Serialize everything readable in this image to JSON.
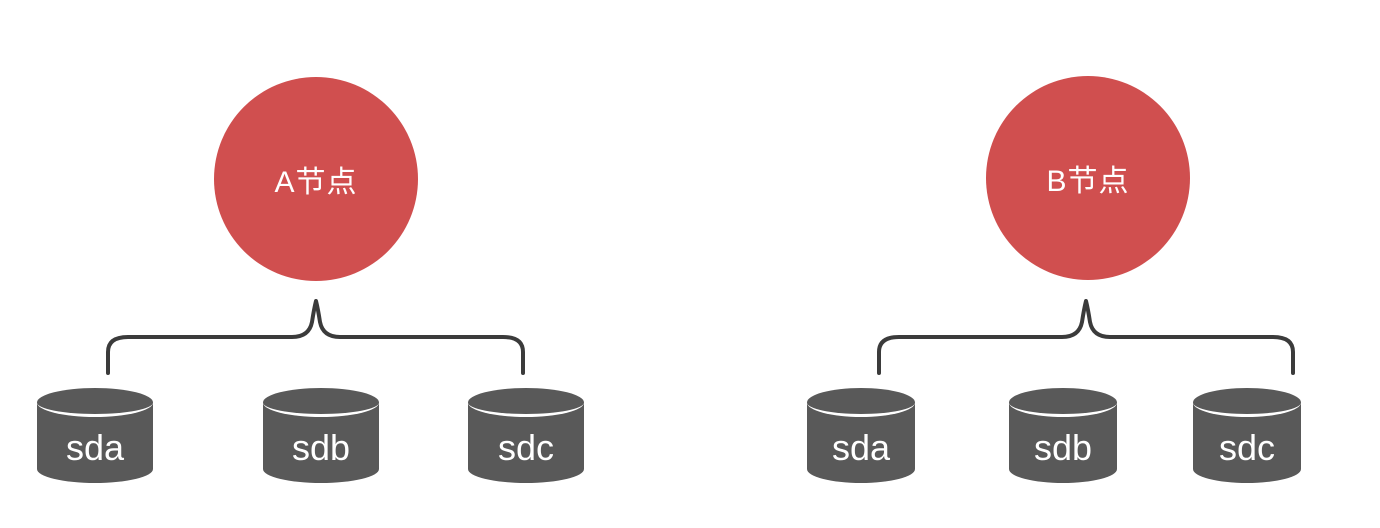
{
  "diagram": {
    "type": "node-disk-topology",
    "nodes": [
      {
        "id": "A",
        "label": "A节点",
        "disks": [
          {
            "label": "sda"
          },
          {
            "label": "sdb"
          },
          {
            "label": "sdc"
          }
        ]
      },
      {
        "id": "B",
        "label": "B节点",
        "disks": [
          {
            "label": "sda"
          },
          {
            "label": "sdb"
          },
          {
            "label": "sdc"
          }
        ]
      }
    ],
    "colors": {
      "node_fill": "#d04f4f",
      "node_text": "#ffffff",
      "disk_fill": "#595959",
      "disk_text": "#ffffff",
      "brace_stroke": "#3b3b3b",
      "bg": "#ffffff"
    }
  }
}
